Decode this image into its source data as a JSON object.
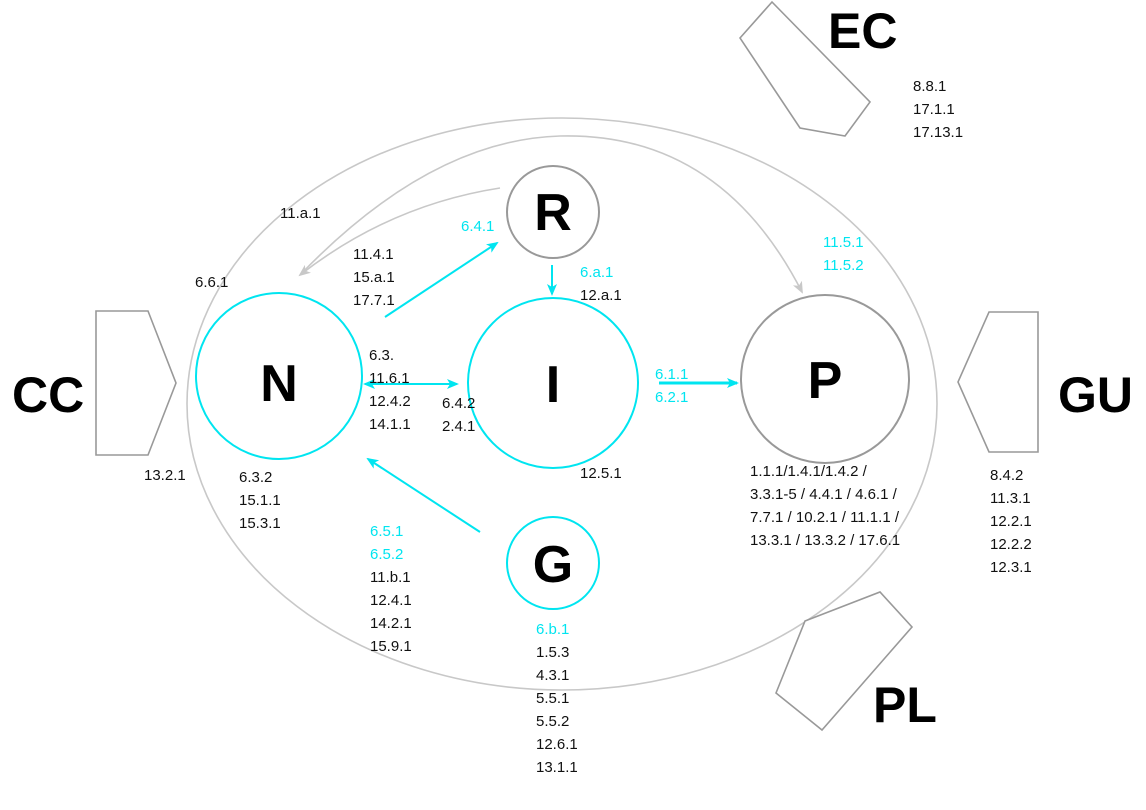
{
  "colors": {
    "cyan": "#00e5f0",
    "gray": "#999999",
    "light_gray": "#c8c8c8",
    "text": "#111111"
  },
  "nodes": {
    "N": {
      "label": "N"
    },
    "I": {
      "label": "I"
    },
    "R": {
      "label": "R"
    },
    "G": {
      "label": "G"
    },
    "P": {
      "label": "P"
    }
  },
  "externals": {
    "CC": {
      "label": "CC"
    },
    "GU": {
      "label": "GU"
    },
    "EC": {
      "label": "EC"
    },
    "PL": {
      "label": "PL"
    }
  },
  "labels": {
    "l_11a1": "11.a.1",
    "l_661": "6.6.1",
    "n_top": [
      "11.4.1",
      "15.a.1",
      "17.7.1"
    ],
    "n_right": [
      "6.3.",
      "11.6.1",
      "12.4.2",
      "14.1.1"
    ],
    "i_left": [
      "6.4.2",
      "2.4.1"
    ],
    "n_bottom": [
      "6.3.2",
      "15.1.1",
      "15.3.1"
    ],
    "l_1321": "13.2.1",
    "r_cyan": "6.4.1",
    "ri_cyan": "6.a.1",
    "ri_black": "12.a.1",
    "i_bottom": "12.5.1",
    "ip_cyan": [
      "6.1.1",
      "6.2.1"
    ],
    "p_top_cyan": [
      "11.5.1",
      "11.5.2"
    ],
    "p_bottom": [
      "1.1.1/1.4.1/1.4.2 /",
      "3.3.1-5 / 4.4.1 / 4.6.1 /",
      "7.7.1 / 10.2.1 / 11.1.1 /",
      "13.3.1 / 13.3.2 / 17.6.1"
    ],
    "ec": [
      "8.8.1",
      "17.1.1",
      "17.13.1"
    ],
    "gu": [
      "8.4.2",
      "11.3.1",
      "12.2.1",
      "12.2.2",
      "12.3.1"
    ],
    "gn_cyan": [
      "6.5.1",
      "6.5.2"
    ],
    "gn_black": [
      "11.b.1",
      "12.4.1",
      "14.2.1",
      "15.9.1"
    ],
    "g_cyan": "6.b.1",
    "g_black": [
      "1.5.3",
      "4.3.1",
      "5.5.1",
      "5.5.2",
      "12.6.1",
      "13.1.1"
    ]
  }
}
